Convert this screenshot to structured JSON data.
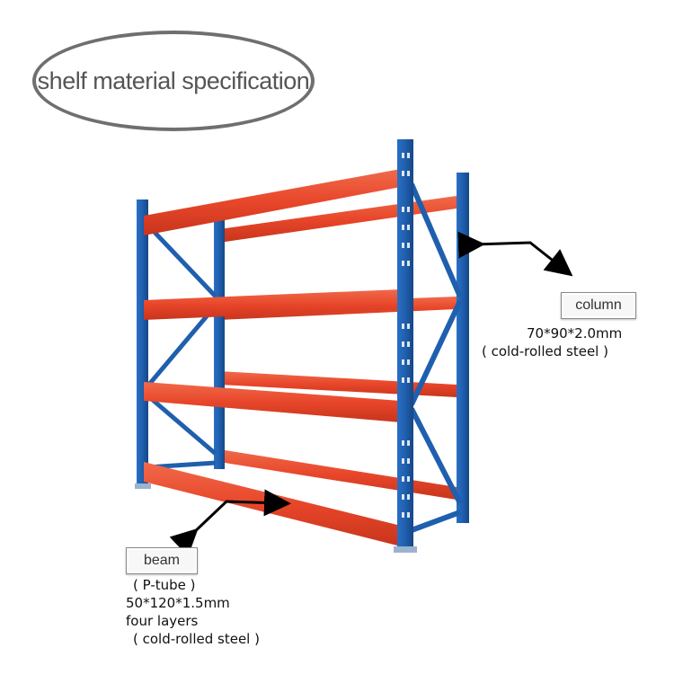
{
  "title": "shelf material specification",
  "column": {
    "label": "column",
    "size": "70*90*2.0mm",
    "material": "( cold-rolled steel )"
  },
  "beam": {
    "label": "beam",
    "type": "( P-tube )",
    "size": "50*120*1.5mm",
    "layers": "four layers",
    "material": "( cold-rolled steel )"
  },
  "colors": {
    "frame_blue": "#1f5fae",
    "beam_orange": "#e8462a"
  }
}
